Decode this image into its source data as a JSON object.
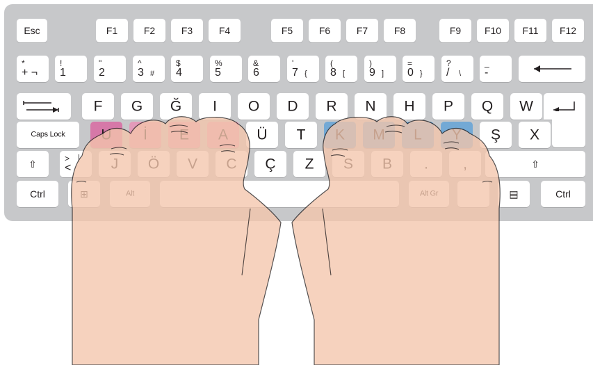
{
  "keyboard": {
    "function_row": [
      "Esc",
      "F1",
      "F2",
      "F3",
      "F4",
      "F5",
      "F6",
      "F7",
      "F8",
      "F9",
      "F10",
      "F11",
      "F12"
    ],
    "number_row": [
      {
        "shift": "*",
        "base": "+ ¬",
        "alt": ""
      },
      {
        "shift": "!",
        "base": "1",
        "alt": ""
      },
      {
        "shift": "\"",
        "base": "2",
        "alt": ""
      },
      {
        "shift": "^",
        "base": "3",
        "alt": "#"
      },
      {
        "shift": "$",
        "base": "4",
        "alt": ""
      },
      {
        "shift": "%",
        "base": "5",
        "alt": ""
      },
      {
        "shift": "&",
        "base": "6",
        "alt": ""
      },
      {
        "shift": "'",
        "base": "7",
        "alt": "{"
      },
      {
        "shift": "(",
        "base": "8",
        "alt": "["
      },
      {
        "shift": ")",
        "base": "9",
        "alt": "]"
      },
      {
        "shift": "=",
        "base": "0",
        "alt": "}"
      },
      {
        "shift": "?",
        "base": "/",
        "alt": "\\"
      },
      {
        "shift": "_",
        "base": "-",
        "alt": ""
      }
    ],
    "top_row": [
      "F",
      "G",
      "Ğ",
      "I",
      "O",
      "D",
      "R",
      "N",
      "H",
      "P",
      "Q",
      "W"
    ],
    "home_row": [
      "U",
      "İ",
      "E",
      "A",
      "Ü",
      "T",
      "K",
      "M",
      "L",
      "Y",
      "Ş",
      "X"
    ],
    "bottom_row": [
      "J",
      "Ö",
      "V",
      "C",
      "Ç",
      "Z",
      "S",
      "B",
      ".",
      ","
    ],
    "less_key": {
      "shift": ">",
      "base": "<",
      "alt": "|"
    },
    "labels": {
      "caps_lock": "Caps Lock",
      "ctrl_left": "Ctrl",
      "alt": "Alt",
      "alt_gr": "Alt Gr",
      "ctrl_right": "Ctrl",
      "shift_symbol": "⇧",
      "windows_symbol": "⊞",
      "menu_symbol": "▤"
    }
  },
  "colors": {
    "keyboard": "#c7c8ca",
    "key": "#ffffff",
    "left_hand_finger_keys": "#d678a8",
    "right_hand_finger_keys": "#73a9d5",
    "skin": "#f4c6ac",
    "outline": "#231f20"
  }
}
